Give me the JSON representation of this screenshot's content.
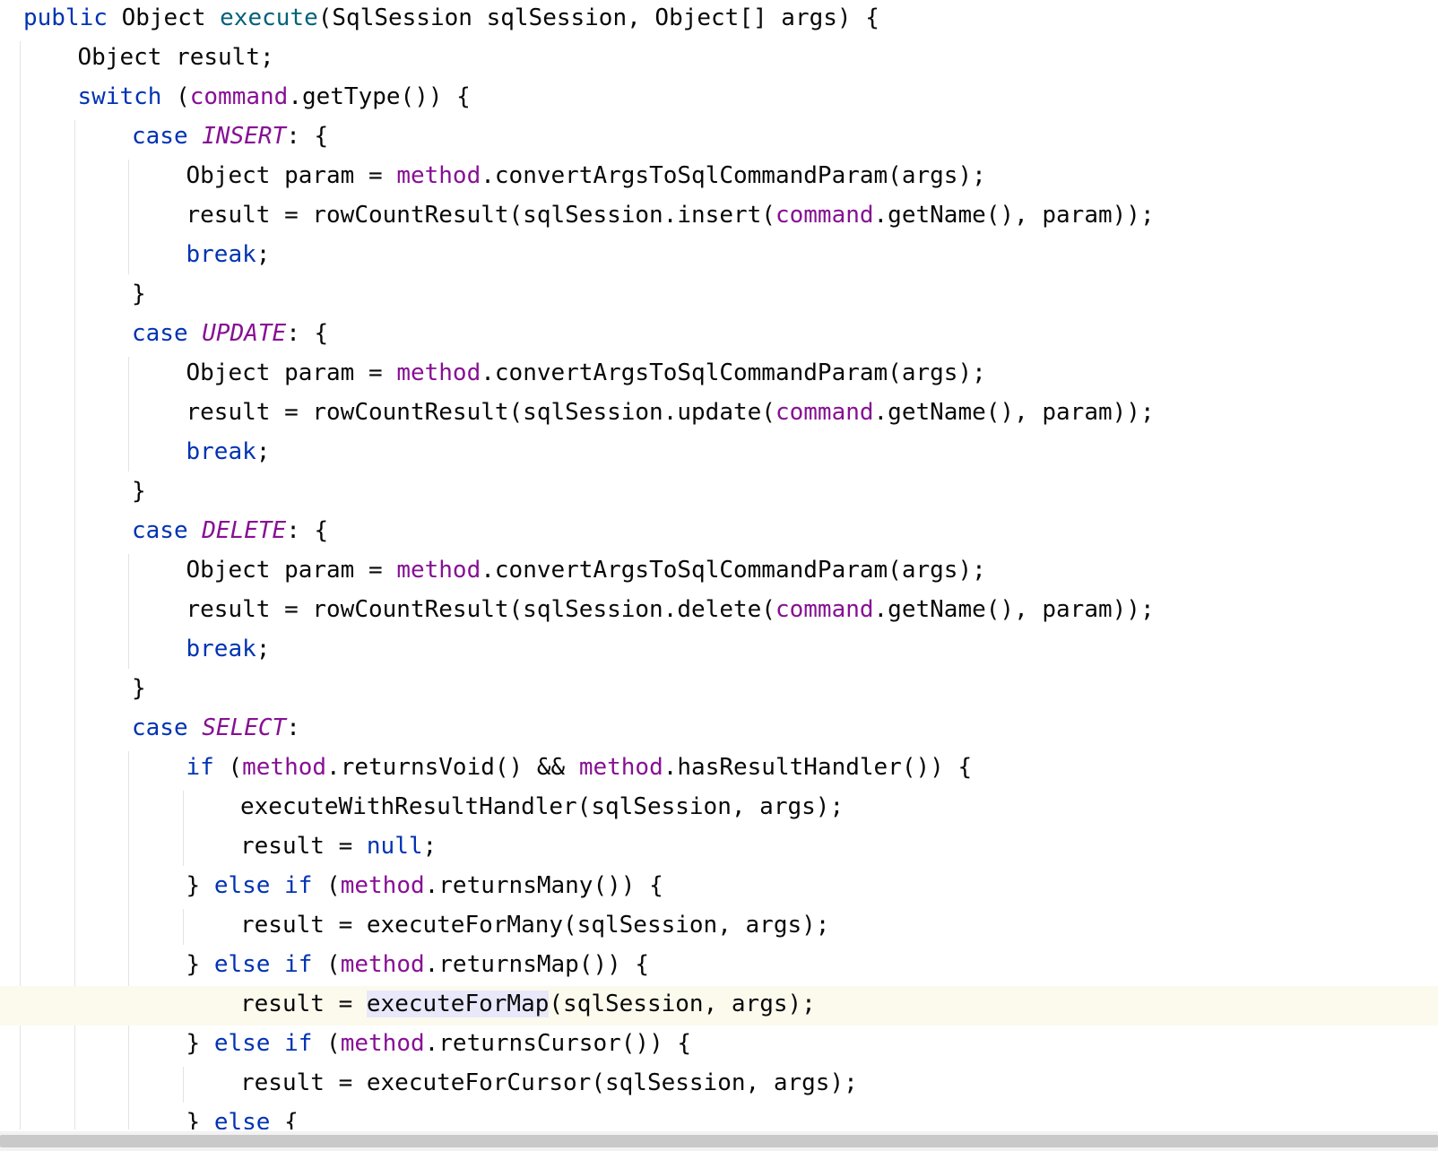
{
  "editor": {
    "language": "Java",
    "lines": [
      {
        "indent": 0,
        "current": false,
        "tokens": [
          {
            "t": "public",
            "c": "kw"
          },
          {
            "t": " Object "
          },
          {
            "t": "execute",
            "c": "fn-decl"
          },
          {
            "t": "(SqlSession sqlSession, Object[] args) {"
          }
        ]
      },
      {
        "indent": 1,
        "current": false,
        "tokens": [
          {
            "t": "Object result;"
          }
        ]
      },
      {
        "indent": 1,
        "current": false,
        "tokens": [
          {
            "t": "switch",
            "c": "kw"
          },
          {
            "t": " ("
          },
          {
            "t": "command",
            "c": "field"
          },
          {
            "t": ".getType()) {"
          }
        ]
      },
      {
        "indent": 2,
        "current": false,
        "tokens": [
          {
            "t": "case",
            "c": "kw"
          },
          {
            "t": " "
          },
          {
            "t": "INSERT",
            "c": "const"
          },
          {
            "t": ": {"
          }
        ]
      },
      {
        "indent": 3,
        "current": false,
        "tokens": [
          {
            "t": "Object param = "
          },
          {
            "t": "method",
            "c": "field"
          },
          {
            "t": ".convertArgsToSqlCommandParam(args);"
          }
        ]
      },
      {
        "indent": 3,
        "current": false,
        "tokens": [
          {
            "t": "result = rowCountResult(sqlSession.insert("
          },
          {
            "t": "command",
            "c": "field"
          },
          {
            "t": ".getName(), param));"
          }
        ]
      },
      {
        "indent": 3,
        "current": false,
        "tokens": [
          {
            "t": "break",
            "c": "kw"
          },
          {
            "t": ";"
          }
        ]
      },
      {
        "indent": 2,
        "current": false,
        "tokens": [
          {
            "t": "}"
          }
        ]
      },
      {
        "indent": 2,
        "current": false,
        "tokens": [
          {
            "t": "case",
            "c": "kw"
          },
          {
            "t": " "
          },
          {
            "t": "UPDATE",
            "c": "const"
          },
          {
            "t": ": {"
          }
        ]
      },
      {
        "indent": 3,
        "current": false,
        "tokens": [
          {
            "t": "Object param = "
          },
          {
            "t": "method",
            "c": "field"
          },
          {
            "t": ".convertArgsToSqlCommandParam(args);"
          }
        ]
      },
      {
        "indent": 3,
        "current": false,
        "tokens": [
          {
            "t": "result = rowCountResult(sqlSession.update("
          },
          {
            "t": "command",
            "c": "field"
          },
          {
            "t": ".getName(), param));"
          }
        ]
      },
      {
        "indent": 3,
        "current": false,
        "tokens": [
          {
            "t": "break",
            "c": "kw"
          },
          {
            "t": ";"
          }
        ]
      },
      {
        "indent": 2,
        "current": false,
        "tokens": [
          {
            "t": "}"
          }
        ]
      },
      {
        "indent": 2,
        "current": false,
        "tokens": [
          {
            "t": "case",
            "c": "kw"
          },
          {
            "t": " "
          },
          {
            "t": "DELETE",
            "c": "const"
          },
          {
            "t": ": {"
          }
        ]
      },
      {
        "indent": 3,
        "current": false,
        "tokens": [
          {
            "t": "Object param = "
          },
          {
            "t": "method",
            "c": "field"
          },
          {
            "t": ".convertArgsToSqlCommandParam(args);"
          }
        ]
      },
      {
        "indent": 3,
        "current": false,
        "tokens": [
          {
            "t": "result = rowCountResult(sqlSession.delete("
          },
          {
            "t": "command",
            "c": "field"
          },
          {
            "t": ".getName(), param));"
          }
        ]
      },
      {
        "indent": 3,
        "current": false,
        "tokens": [
          {
            "t": "break",
            "c": "kw"
          },
          {
            "t": ";"
          }
        ]
      },
      {
        "indent": 2,
        "current": false,
        "tokens": [
          {
            "t": "}"
          }
        ]
      },
      {
        "indent": 2,
        "current": false,
        "tokens": [
          {
            "t": "case",
            "c": "kw"
          },
          {
            "t": " "
          },
          {
            "t": "SELECT",
            "c": "const"
          },
          {
            "t": ":"
          }
        ]
      },
      {
        "indent": 3,
        "current": false,
        "tokens": [
          {
            "t": "if",
            "c": "kw"
          },
          {
            "t": " ("
          },
          {
            "t": "method",
            "c": "field"
          },
          {
            "t": ".returnsVoid() && "
          },
          {
            "t": "method",
            "c": "field"
          },
          {
            "t": ".hasResultHandler()) {"
          }
        ]
      },
      {
        "indent": 4,
        "current": false,
        "tokens": [
          {
            "t": "executeWithResultHandler(sqlSession, args);"
          }
        ]
      },
      {
        "indent": 4,
        "current": false,
        "tokens": [
          {
            "t": "result = "
          },
          {
            "t": "null",
            "c": "kw"
          },
          {
            "t": ";"
          }
        ]
      },
      {
        "indent": 3,
        "current": false,
        "tokens": [
          {
            "t": "} "
          },
          {
            "t": "else if",
            "c": "kw"
          },
          {
            "t": " ("
          },
          {
            "t": "method",
            "c": "field"
          },
          {
            "t": ".returnsMany()) {"
          }
        ]
      },
      {
        "indent": 4,
        "current": false,
        "tokens": [
          {
            "t": "result = executeForMany(sqlSession, args);"
          }
        ]
      },
      {
        "indent": 3,
        "current": false,
        "tokens": [
          {
            "t": "} "
          },
          {
            "t": "else if",
            "c": "kw"
          },
          {
            "t": " ("
          },
          {
            "t": "method",
            "c": "field"
          },
          {
            "t": ".returnsMap()) {"
          }
        ]
      },
      {
        "indent": 4,
        "current": true,
        "tokens": [
          {
            "t": "result = "
          },
          {
            "t": "executeForMap",
            "c": "hl"
          },
          {
            "t": "(sqlSession, args);"
          }
        ]
      },
      {
        "indent": 3,
        "current": false,
        "tokens": [
          {
            "t": "} "
          },
          {
            "t": "else if",
            "c": "kw"
          },
          {
            "t": " ("
          },
          {
            "t": "method",
            "c": "field"
          },
          {
            "t": ".returnsCursor()) {"
          }
        ]
      },
      {
        "indent": 4,
        "current": false,
        "tokens": [
          {
            "t": "result = executeForCursor(sqlSession, args);"
          }
        ]
      },
      {
        "indent": 3,
        "current": false,
        "tokens": [
          {
            "t": "} "
          },
          {
            "t": "else",
            "c": "kw"
          },
          {
            "t": " {"
          }
        ]
      }
    ]
  },
  "colors": {
    "keyword": "#0033b3",
    "method_declaration": "#00627a",
    "field": "#871094",
    "enum_constant": "#871094",
    "default_text": "#080808",
    "caret_row": "#fcfaed",
    "identifier_highlight": "#e8e8fa"
  }
}
